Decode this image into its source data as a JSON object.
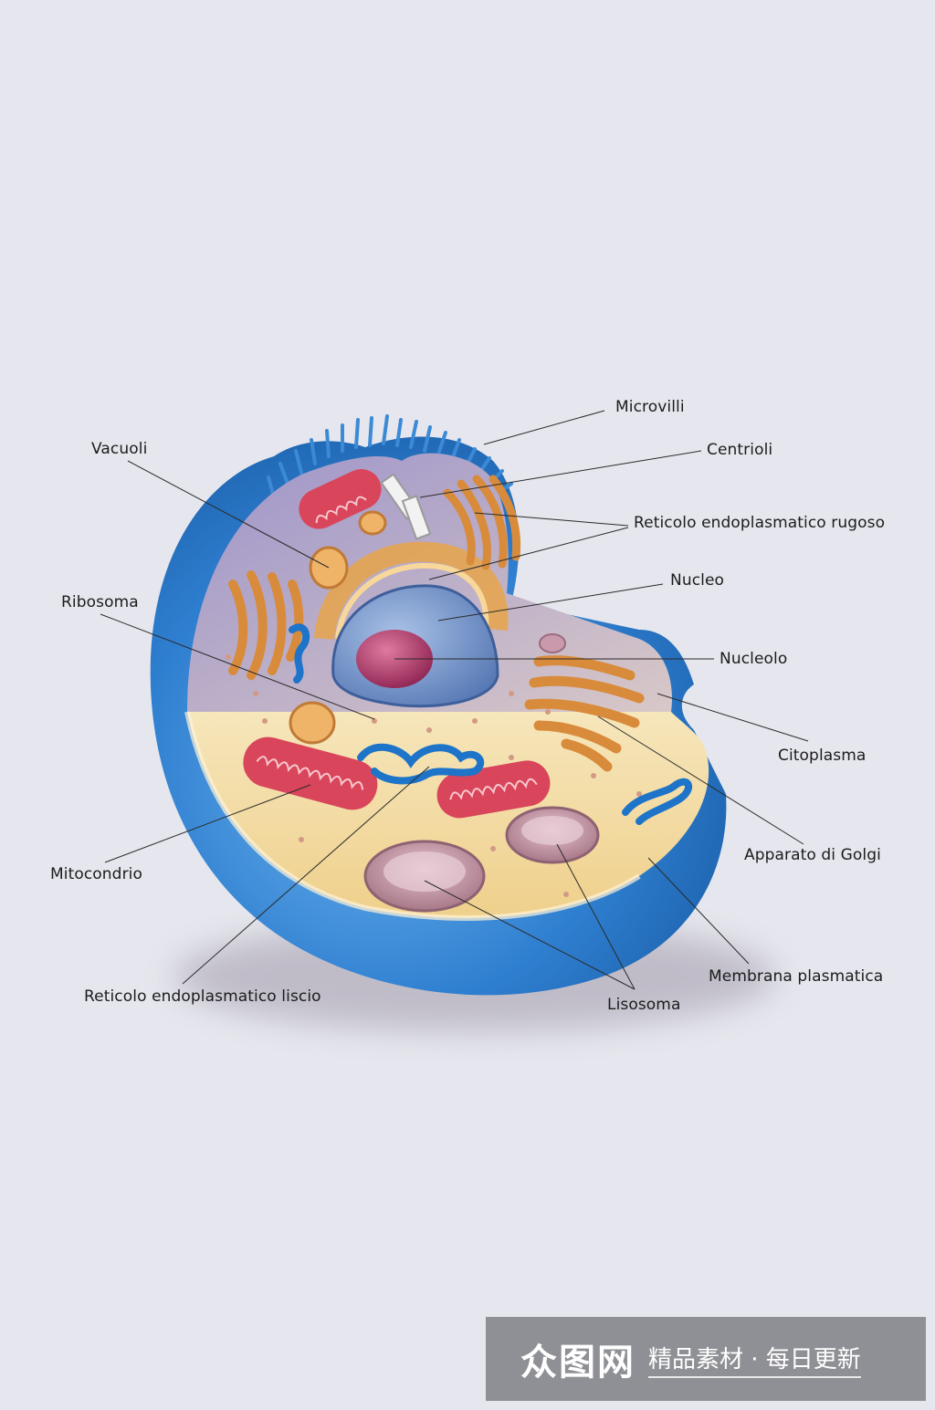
{
  "labels": {
    "microvilli": "Microvilli",
    "centrioli": "Centrioli",
    "rer": "Reticolo endoplasmatico rugoso",
    "vacuoli": "Vacuoli",
    "nucleo": "Nucleo",
    "ribosoma": "Ribosoma",
    "nucleolo": "Nucleolo",
    "citoplasma": "Citoplasma",
    "mitocondrio": "Mitocondrio",
    "golgi": "Apparato di Golgi",
    "membrana": "Membrana plasmatica",
    "ser": "Reticolo endoplasmatico liscio",
    "lisosoma": "Lisosoma"
  },
  "watermark": {
    "logo": "众图网",
    "slogan": "精品素材 · 每日更新"
  },
  "colors": {
    "background": "#e6e7ee",
    "membrane": "#2f7fd0",
    "cytoplasm": "#f3dba3",
    "nucleus": "#6f93c8",
    "nucleolus": "#b23a6a",
    "mitochondria": "#d9455a",
    "golgi": "#d98b3c",
    "smooth_er": "#1e74c8",
    "lysosome": "#c89aac"
  }
}
